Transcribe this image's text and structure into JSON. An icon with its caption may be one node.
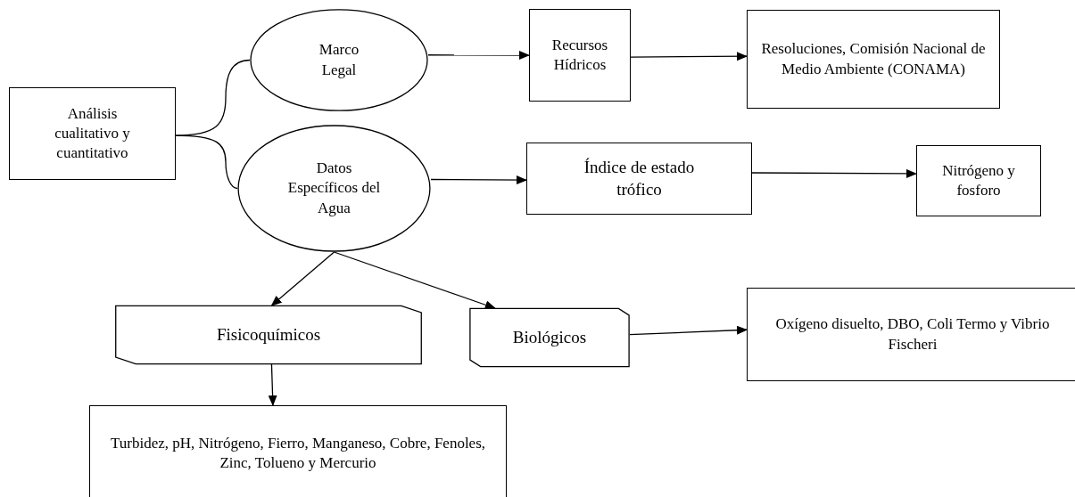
{
  "diagram": {
    "nodes": [
      {
        "text": [
          "Análisis cualitativo y cuantitativo"
        ]
      },
      {
        "text": [
          "Marco Legal"
        ]
      },
      {
        "text": [
          "Datos Específicos del Agua"
        ]
      },
      {
        "text": [
          "Recursos Hídricos"
        ]
      },
      {
        "text": [
          "Resoluciones, Comisión Nacional de Medio Ambiente (CONAMA)"
        ]
      },
      {
        "text": [
          "Índice de estado trófico"
        ]
      },
      {
        "text": [
          "Nitrógeno y fosforo"
        ]
      },
      {
        "text": [
          "Fisicoquímicos"
        ]
      },
      {
        "text": [
          "Biológicos"
        ]
      },
      {
        "text": [
          "Oxígeno disuelto, DBO, Coli Termo y Vibrio Fischeri"
        ]
      },
      {
        "text": [
          "Turbidez, pH, Nitrógeno, Fierro, Manganeso, Cobre, Fenoles, Zinc, Tolueno y Mercurio"
        ]
      }
    ],
    "edges": [
      {
        "from": 0,
        "to": 1,
        "arrow": "none"
      },
      {
        "from": 0,
        "to": 2,
        "arrow": "none"
      },
      {
        "from": 1,
        "to": 3,
        "arrow": "to"
      },
      {
        "from": 3,
        "to": 4,
        "arrow": "to"
      },
      {
        "from": 2,
        "to": 5,
        "arrow": "to"
      },
      {
        "from": 5,
        "to": 6,
        "arrow": "to"
      },
      {
        "from": 2,
        "to": 7,
        "arrow": "to"
      },
      {
        "from": 2,
        "to": 8,
        "arrow": "to"
      },
      {
        "from": 8,
        "to": 9,
        "arrow": "to"
      },
      {
        "from": 7,
        "to": 10,
        "arrow": "to"
      }
    ]
  }
}
